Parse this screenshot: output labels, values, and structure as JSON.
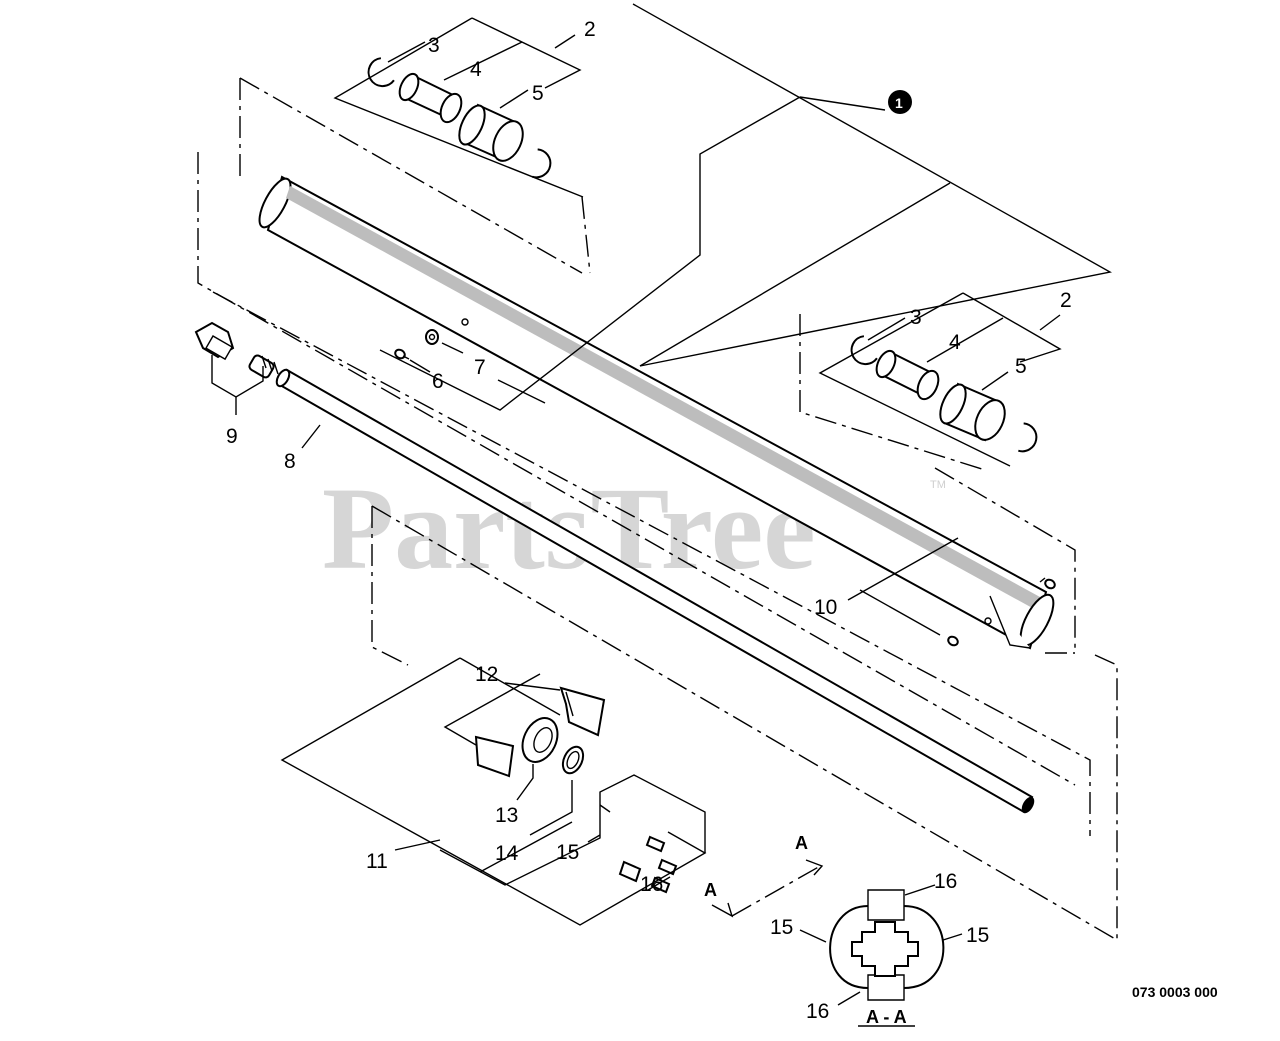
{
  "callouts": {
    "c2_top": "2",
    "c3_top": "3",
    "c4_top": "4",
    "c5_top": "5",
    "c1": "1",
    "c2_right": "2",
    "c3_right": "3",
    "c4_right": "4",
    "c5_right": "5",
    "c7": "7",
    "c6": "6",
    "c9": "9",
    "c8": "8",
    "c10": "10",
    "c12": "12",
    "c13": "13",
    "c14": "14",
    "c11": "11",
    "c15_left": "15",
    "c16_left": "16",
    "c16_top": "16",
    "c15_sec_left": "15",
    "c15_sec_right": "15",
    "c16_bottom": "16"
  },
  "section": {
    "arrow_label_upper": "A",
    "arrow_label_lower": "A",
    "section_label": "A - A"
  },
  "watermark": {
    "text": "PartsTree",
    "trademark": "TM"
  },
  "diagram_ref": "073 0003 000"
}
